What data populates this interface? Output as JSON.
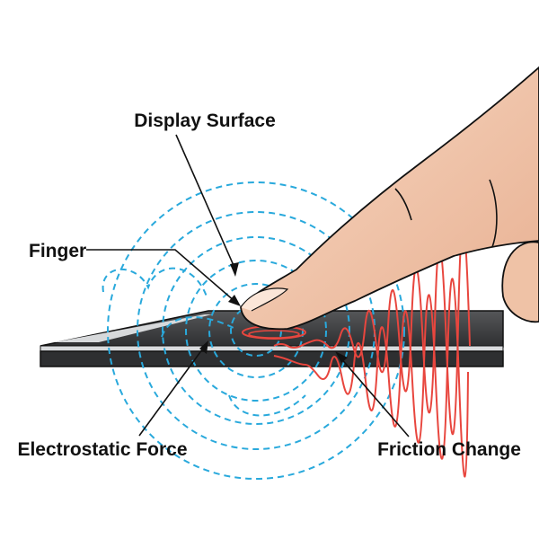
{
  "labels": {
    "display_surface": "Display Surface",
    "finger": "Finger",
    "electrostatic_force": "Electrostatic Force",
    "friction_change": "Friction Change"
  },
  "colors": {
    "field_lines": "#29a9dc",
    "friction_waves": "#e8463e",
    "display": "#3a3b3d",
    "skin": "#f1c6a8"
  }
}
